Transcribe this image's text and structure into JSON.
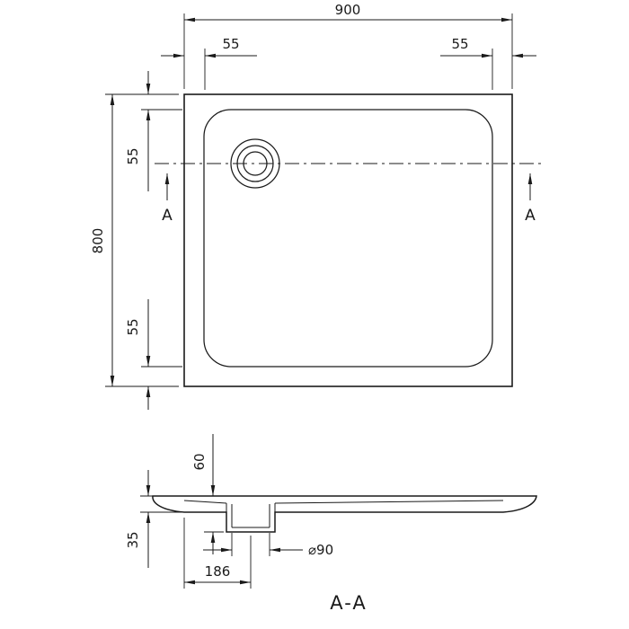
{
  "drawing": {
    "colors": {
      "line": "#1a1a1a",
      "background": "#ffffff"
    },
    "top_view": {
      "overall_width": "900",
      "overall_height": "800",
      "rim_top_left": "55",
      "rim_top_right": "55",
      "rim_left_upper": "55",
      "rim_left_lower": "55",
      "section_marker_left": "A",
      "section_marker_right": "A"
    },
    "section_view": {
      "overall_depth": "60",
      "rim_height": "35",
      "drain_offset": "186",
      "drain_diameter": "⌀90",
      "section_title": "A-A"
    }
  }
}
